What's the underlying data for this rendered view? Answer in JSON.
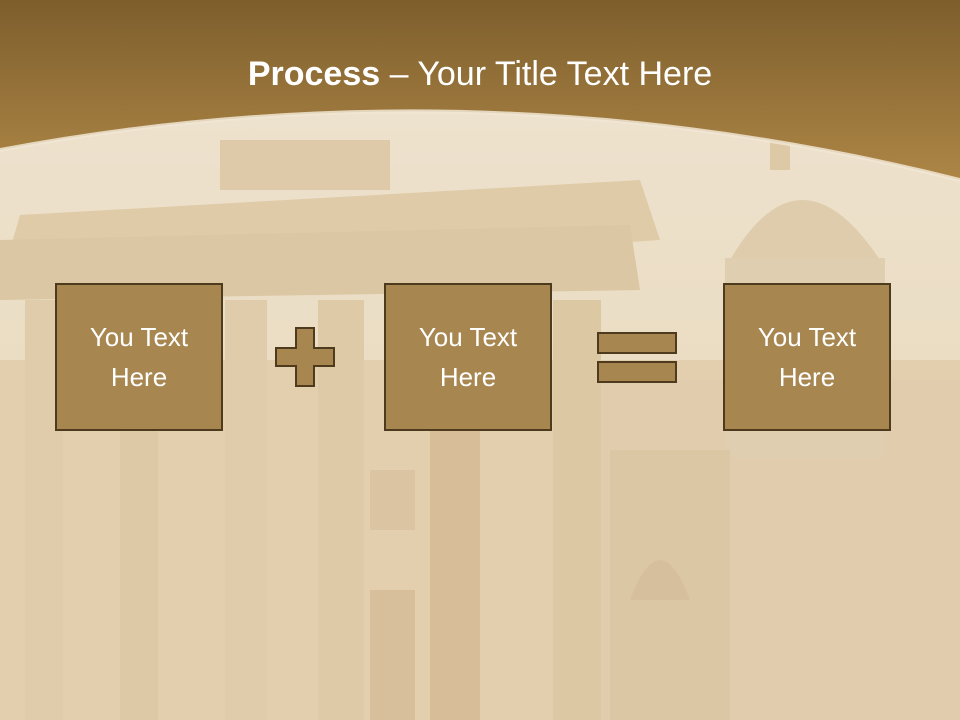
{
  "slide": {
    "title_bold": "Process",
    "title_rest": " – Your Title Text Here"
  },
  "steps": [
    {
      "text": "You Text\nHere"
    },
    {
      "text": "You Text\nHere"
    },
    {
      "text": "You Text\nHere"
    }
  ],
  "operators": [
    "plus-icon",
    "equals-icon"
  ],
  "colors": {
    "header": "#a07a3c",
    "box_fill": "#a78650",
    "box_border": "#4e3a1c",
    "text": "#ffffff",
    "background": "#e8d6b4"
  }
}
